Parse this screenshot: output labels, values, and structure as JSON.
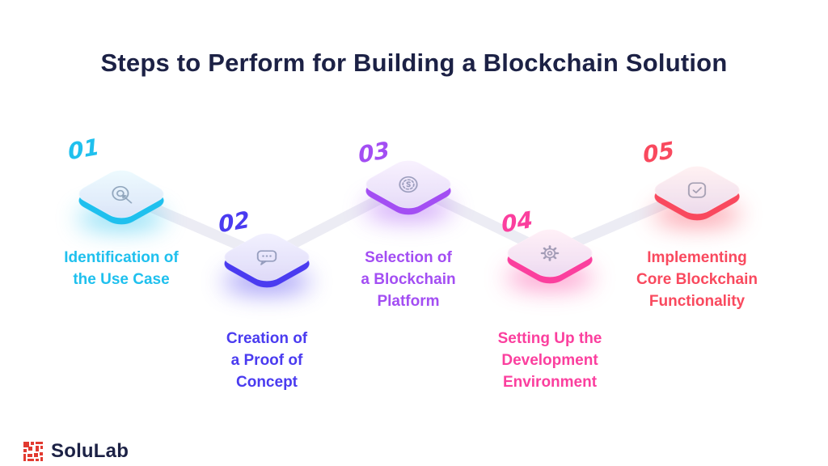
{
  "title": "Steps to Perform for Building a Blockchain Solution",
  "colors": {
    "title": "#1c2145",
    "connector": "#ececf4",
    "icon": "#9aa3b8"
  },
  "brand": {
    "name": "SoluLab",
    "logo_color": "#e23a30",
    "text_color": "#1c2145"
  },
  "steps": [
    {
      "number": "01",
      "label": "Identification of\nthe Use Case",
      "color": "#1fc0ee",
      "icon": "target-icon"
    },
    {
      "number": "02",
      "label": "Creation of\na Proof of\nConcept",
      "color": "#4a3bf0",
      "icon": "chat-bubble-icon"
    },
    {
      "number": "03",
      "label": "Selection of\na Blockchain\nPlatform",
      "color": "#a34ef3",
      "icon": "coin-icon"
    },
    {
      "number": "04",
      "label": "Setting Up the\nDevelopment\nEnvironment",
      "color": "#fb3f9e",
      "icon": "gear-icon"
    },
    {
      "number": "05",
      "label": "Implementing\nCore Blockchain\nFunctionality",
      "color": "#f9495e",
      "icon": "check-box-icon"
    }
  ]
}
